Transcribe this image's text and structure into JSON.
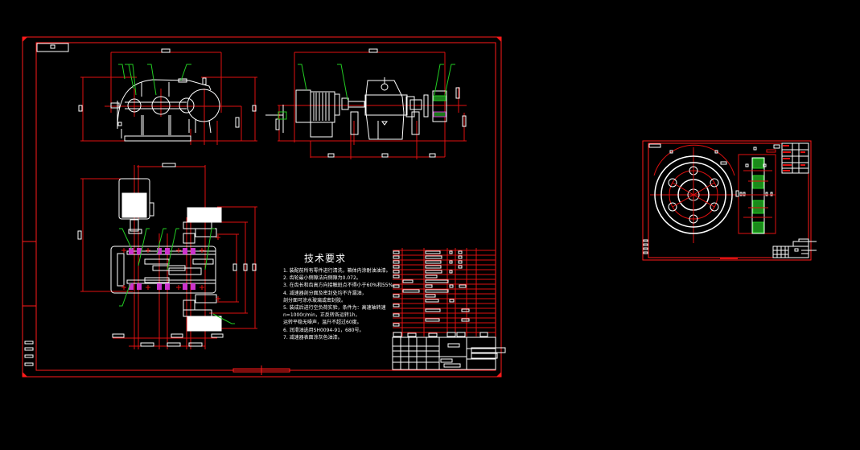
{
  "app": {
    "type": "CAD drawing viewer",
    "background": "#000000"
  },
  "colors": {
    "border": "#ff1a1a",
    "dimension": "#e01010",
    "geometry": "#ffffff",
    "leader": "#22cc22",
    "hatch": "#22cc22",
    "bearing": "#cc33cc"
  },
  "sheets": [
    {
      "name": "reducer-assembly-drawing",
      "views": [
        "front-view",
        "side-view",
        "top-section-view"
      ],
      "technical_requirements": {
        "title": "技术要求",
        "items": [
          "1. 装配前所有零件进行清洗，箱体内涂耐油油漆。",
          "2. 齿轮最小侧隙法向侧隙为0.072。",
          "3. 在齿长和齿高方向接触斑点不得小于60%和55%。",
          "4. 减速器剖分面及密封处均不许漏油，",
          "   剖分面可涂水玻璃或密封胶。",
          "5. 装成后进行空负荷实验，条件为：高速轴转速",
          "   n=1000r/min，正反转各运转1h，",
          "   运转平稳无噪声，温升不超过60度。",
          "6. 润滑油选用SH0094-91，680号。",
          "7. 减速器表面涂灰色油漆。"
        ]
      },
      "parts_list": {
        "rows": 18
      },
      "title_block": {
        "present": true
      }
    },
    {
      "name": "gear-part-drawing",
      "views": [
        "face-view-with-bolt-holes",
        "section-view"
      ],
      "bolt_holes": 6,
      "parameter_table": {
        "rows": 9
      },
      "title_block": {
        "present": true
      }
    }
  ]
}
